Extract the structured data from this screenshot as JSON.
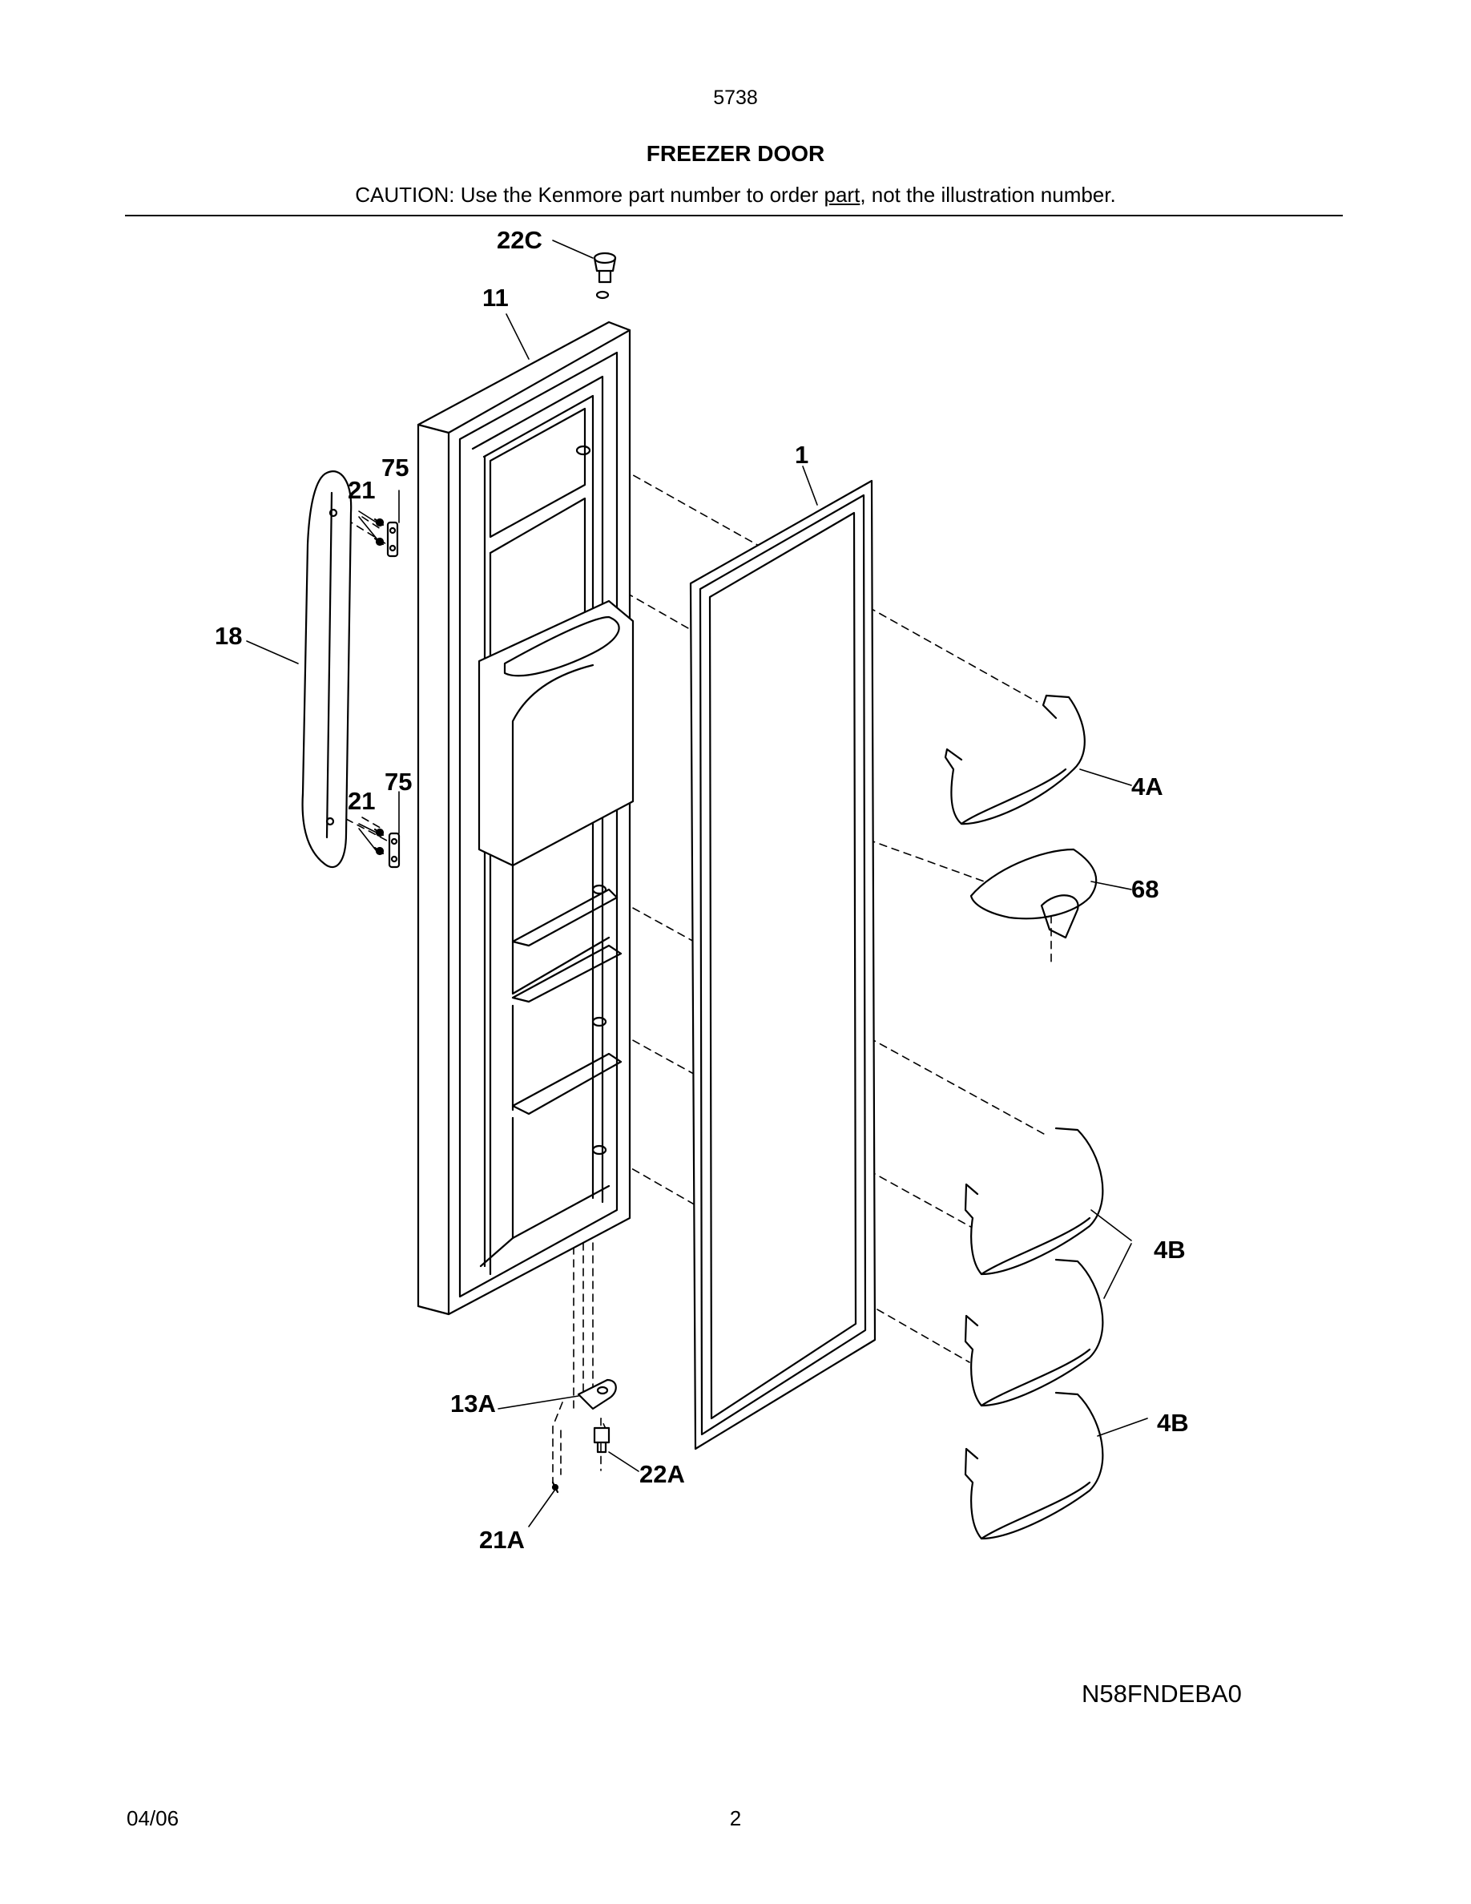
{
  "header": {
    "model_number": "5738",
    "title": "FREEZER DOOR",
    "caution_prefix": "CAUTION: Use the Kenmore part number to order ",
    "caution_link_word": "part",
    "caution_suffix": ", not the illustration number."
  },
  "callouts": {
    "c22C": "22C",
    "c11": "11",
    "c75a": "75",
    "c21a": "21",
    "c1": "1",
    "c18": "18",
    "c75b": "75",
    "c21b": "21",
    "c4A": "4A",
    "c68": "68",
    "c4B_a": "4B",
    "c4B_b": "4B",
    "c13A": "13A",
    "c22A": "22A",
    "c21A": "21A"
  },
  "footer": {
    "drawing_code": "N58FNDEBA0",
    "date": "04/06",
    "page_number": "2"
  }
}
